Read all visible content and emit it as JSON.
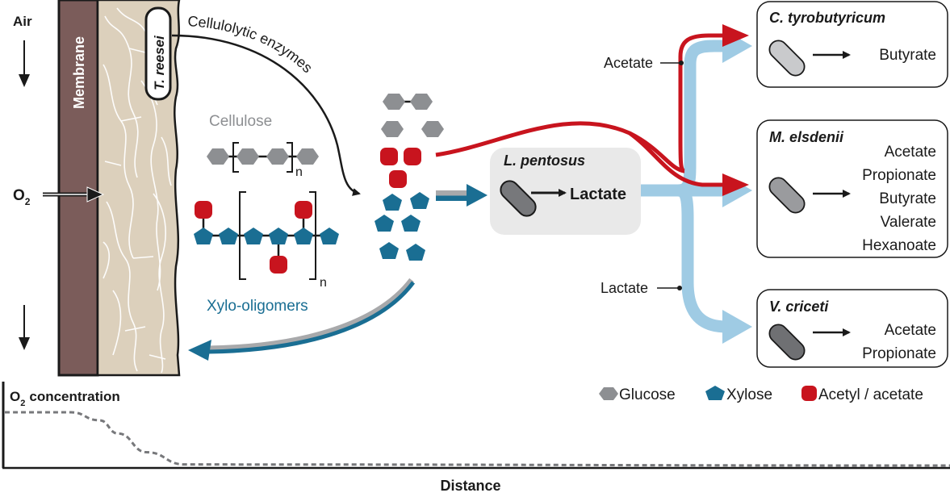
{
  "labels": {
    "air": "Air",
    "membrane": "Membrane",
    "o2_symbol": "O",
    "o2_subscript": "2",
    "t_reesei": "T. reesei",
    "cellulolytic_enzymes": "Cellulolytic enzymes",
    "cellulose": "Cellulose",
    "xylo_oligomers": "Xylo-oligomers",
    "repeat_n": "n",
    "l_pentosus": "L. pentosus",
    "lactate_product": "Lactate",
    "acetate_flow": "Acetate",
    "lactate_flow": "Lactate",
    "o2_concentration": "concentration",
    "distance": "Distance"
  },
  "organisms": [
    {
      "name": "C. tyrobutyricum",
      "products": [
        "Butyrate"
      ],
      "cell_shade": "light"
    },
    {
      "name": "M. elsdenii",
      "products": [
        "Acetate",
        "Propionate",
        "Butyrate",
        "Valerate",
        "Hexanoate"
      ],
      "cell_shade": "medium"
    },
    {
      "name": "V. criceti",
      "products": [
        "Acetate",
        "Propionate"
      ],
      "cell_shade": "dark"
    }
  ],
  "legend": [
    {
      "label": "Glucose",
      "icon": "hexagon-icon",
      "color": "#8d8f92"
    },
    {
      "label": "Xylose",
      "icon": "pentagon-icon",
      "color": "#1a6e93"
    },
    {
      "label": "Acetyl / acetate",
      "icon": "rounded-square-icon",
      "color": "#c8141e"
    }
  ],
  "colors": {
    "membrane": "#7b5c5a",
    "biofilm": "#dcd0bc",
    "glucose": "#8d8f92",
    "xylose": "#1a6e93",
    "acetyl": "#c8141e",
    "lactate_flow": "#9fcbe4",
    "acetate_flow": "#c8141e",
    "box_fill": "#e9e9e9"
  },
  "chart_data": {
    "type": "line",
    "title": "O2 concentration",
    "xlabel": "Distance",
    "ylabel": "O2 concentration",
    "series": [
      {
        "name": "O2 concentration",
        "style": "dashed",
        "x": [
          0,
          0.07,
          0.1,
          0.12,
          0.15,
          0.19,
          1.0
        ],
        "y": [
          1.0,
          1.0,
          0.85,
          0.6,
          0.25,
          0.02,
          0.0
        ]
      }
    ],
    "xlim": [
      0,
      1
    ],
    "ylim": [
      0,
      1.1
    ],
    "grid": false
  }
}
